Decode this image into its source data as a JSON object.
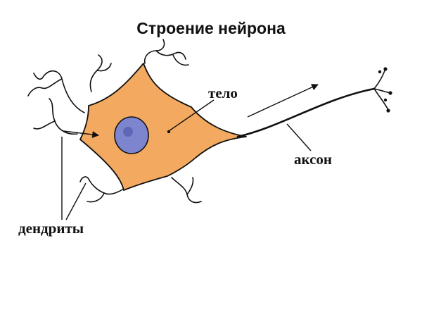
{
  "title": "Строение нейрона",
  "labels": {
    "body": "тело",
    "axon": "аксон",
    "dendrites": "дендриты"
  },
  "colors": {
    "cell_body": "#f3a95f",
    "nucleus": "#7e85cf",
    "outline": "#111111"
  }
}
